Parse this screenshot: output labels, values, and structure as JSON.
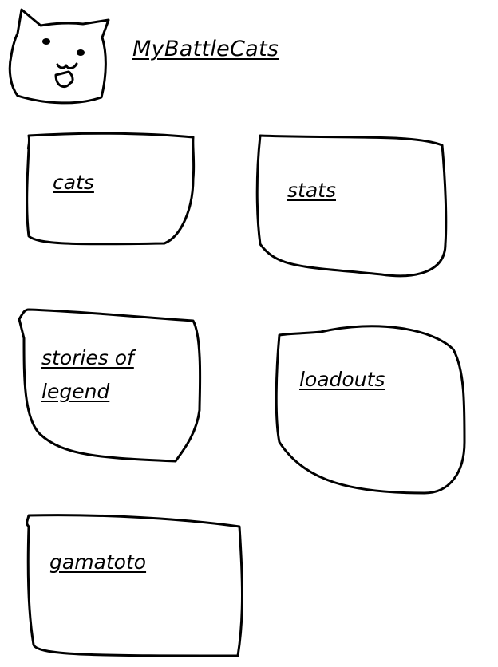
{
  "header": {
    "logo_icon": "battle-cat-face-icon",
    "title": "MyBattleCats"
  },
  "menu": {
    "cats": "cats",
    "stats": "stats",
    "stories_line1": "stories of",
    "stories_line2": "legend",
    "loadouts": "loadouts",
    "gamatoto": "gamatoto"
  }
}
